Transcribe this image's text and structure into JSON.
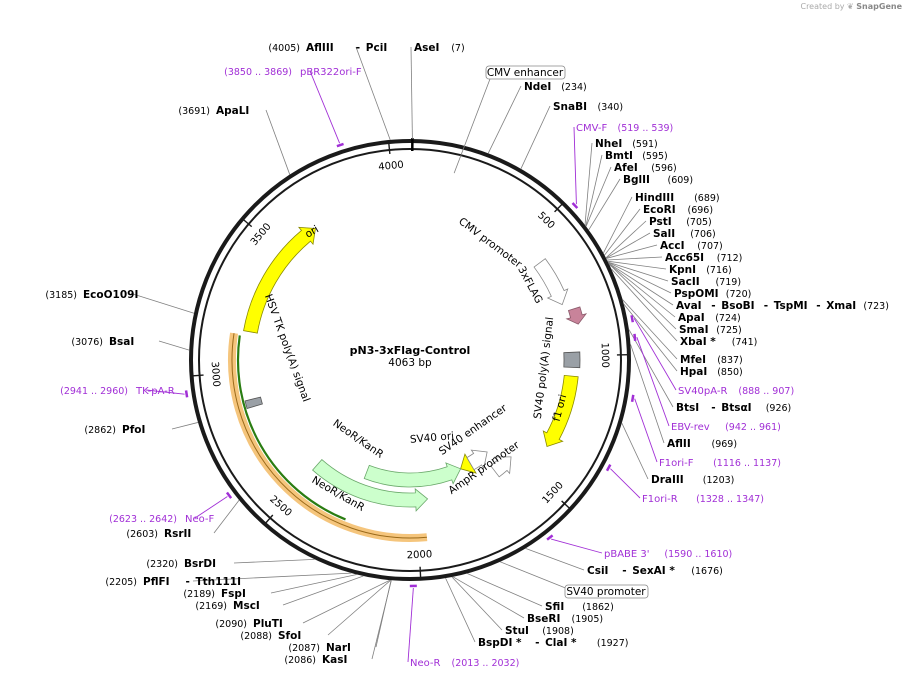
{
  "app": {
    "credit_prefix": "Created by",
    "credit_brand": "SnapGene"
  },
  "plasmid": {
    "name": "pN3-3xFlag-Control",
    "size_label": "4063 bp",
    "length": 4063
  },
  "ticks": [
    {
      "pos": 500,
      "label": "500"
    },
    {
      "pos": 1000,
      "label": "1000"
    },
    {
      "pos": 1500,
      "label": "1500"
    },
    {
      "pos": 2000,
      "label": "2000"
    },
    {
      "pos": 2500,
      "label": "2500"
    },
    {
      "pos": 3000,
      "label": "3000"
    },
    {
      "pos": 3500,
      "label": "3500"
    },
    {
      "pos": 4000,
      "label": "4000"
    }
  ],
  "colors": {
    "backbone": "#1a1a1a",
    "primer": "#a12fd6",
    "promoter": "#ffffff",
    "ori": "#ffff00",
    "marker": "#ccffcc",
    "tag": "#c8839a",
    "polyA": "#9aa0a6",
    "orf_highlight": "#f5c57c",
    "orf_line": "#2a7d12",
    "lead_line": "#808080"
  },
  "features": [
    {
      "id": "cmv-promoter",
      "label": "CMV promoter",
      "start": 600,
      "end": 790,
      "ring": "inner",
      "style": "promoter"
    },
    {
      "id": "3xflag",
      "label": "3xFLAG",
      "start": 820,
      "end": 880,
      "ring": "inner",
      "style": "tag"
    },
    {
      "id": "sv40-polya-signal",
      "label": "SV40 poly(A) signal",
      "start": 985,
      "end": 1045,
      "ring": "inner",
      "style": "polyA"
    },
    {
      "id": "f1-ori",
      "label": "f1 ori",
      "start": 1080,
      "end": 1380,
      "ring": "inner",
      "style": "ori"
    },
    {
      "id": "ampr-promoter",
      "label": "AmpR promoter",
      "start": 1510,
      "end": 1610,
      "ring": "mid",
      "style": "promoter"
    },
    {
      "id": "sv40-ori",
      "label": "SV40 ori",
      "start": 1690,
      "end": 1750,
      "ring": "inner2",
      "style": "ori"
    },
    {
      "id": "sv40-enhancer",
      "label": "SV40 enhancer",
      "start": 1580,
      "end": 1690,
      "ring": "inner2",
      "style": "promoter"
    },
    {
      "id": "neor-kanr-inner",
      "label": "NeoR/KanR",
      "start": 1750,
      "end": 2270,
      "ring": "inner2",
      "style": "marker"
    },
    {
      "id": "neor-kanr-outer",
      "label": "NeoR/KanR",
      "start": 1950,
      "end": 2500,
      "ring": "mid",
      "style": "marker"
    },
    {
      "id": "hsv-tk-polya",
      "label": "HSV TK poly(A) signal",
      "start": 2860,
      "end": 2890,
      "ring": "inner",
      "style": "polyA"
    },
    {
      "id": "ori",
      "label": "ori",
      "start": 3160,
      "end": 3660,
      "ring": "inner",
      "style": "ori"
    }
  ],
  "orf": {
    "start": 1970,
    "end": 3145
  },
  "enzymes": [
    {
      "name": "AseI",
      "pos": "(7)"
    },
    {
      "name": "AflIII",
      "sep": "-",
      "name2": "PciI",
      "pos": "(4005)"
    },
    {
      "name": "ApaLI",
      "pos": "(3691)"
    },
    {
      "name": "NdeI",
      "pos": "(234)"
    },
    {
      "name": "SnaBI",
      "pos": "(340)"
    },
    {
      "name": "NheI",
      "pos": "(591)"
    },
    {
      "name": "BmtI",
      "pos": "(595)"
    },
    {
      "name": "AfeI",
      "pos": "(596)"
    },
    {
      "name": "BglII",
      "pos": "(609)"
    },
    {
      "name": "HindIII",
      "pos": "(689)"
    },
    {
      "name": "EcoRI",
      "pos": "(696)"
    },
    {
      "name": "PstI",
      "pos": "(705)"
    },
    {
      "name": "SalI",
      "pos": "(706)"
    },
    {
      "name": "AccI",
      "pos": "(707)"
    },
    {
      "name": "Acc65I",
      "pos": "(712)"
    },
    {
      "name": "KpnI",
      "pos": "(716)"
    },
    {
      "name": "SacII",
      "pos": "(719)"
    },
    {
      "name": "PspOMI",
      "pos": "(720)"
    },
    {
      "name": "AvaI",
      "sep": "-",
      "name2": "BsoBI",
      "sep2": "-",
      "name3": "TspMI",
      "sep3": "-",
      "name4": "XmaI",
      "pos": "(723)"
    },
    {
      "name": "ApaI",
      "pos": "(724)"
    },
    {
      "name": "SmaI",
      "pos": "(725)"
    },
    {
      "name": "XbaI *",
      "pos": "(741)"
    },
    {
      "name": "MfeI",
      "pos": "(837)"
    },
    {
      "name": "HpaI",
      "pos": "(850)"
    },
    {
      "name": "BtsI",
      "sep": "-",
      "name2": "BtsαI",
      "pos": "(926)"
    },
    {
      "name": "AflII",
      "pos": "(969)"
    },
    {
      "name": "DraIII",
      "pos": "(1203)"
    },
    {
      "name": "CsiI",
      "sep": "-",
      "name2": "SexAI *",
      "pos": "(1676)"
    },
    {
      "name": "SfiI",
      "pos": "(1862)"
    },
    {
      "name": "BseRI",
      "pos": "(1905)"
    },
    {
      "name": "StuI",
      "pos": "(1908)"
    },
    {
      "name": "BspDI *",
      "sep": "-",
      "name2": "ClaI *",
      "pos": "(1927)"
    },
    {
      "name": "KasI",
      "pos": "(2086)"
    },
    {
      "name": "NarI",
      "pos": "(2087)"
    },
    {
      "name": "SfoI",
      "pos": "(2088)"
    },
    {
      "name": "PluTI",
      "pos": "(2090)"
    },
    {
      "name": "MscI",
      "pos": "(2169)"
    },
    {
      "name": "FspI",
      "pos": "(2189)"
    },
    {
      "name": "PflFI",
      "sep": "-",
      "name2": "Tth111I",
      "pos": "(2205)"
    },
    {
      "name": "BsrDI",
      "pos": "(2320)"
    },
    {
      "name": "RsrII",
      "pos": "(2603)"
    },
    {
      "name": "PfoI",
      "pos": "(2862)"
    },
    {
      "name": "BsaI",
      "pos": "(3076)"
    },
    {
      "name": "EcoO109I",
      "pos": "(3185)"
    }
  ],
  "primers": [
    {
      "name": "pBR322ori-F",
      "pos": "(3850 .. 3869)"
    },
    {
      "name": "CMV-F",
      "pos": "(519 .. 539)"
    },
    {
      "name": "SV40pA-R",
      "pos": "(888 .. 907)"
    },
    {
      "name": "EBV-rev",
      "pos": "(942 .. 961)"
    },
    {
      "name": "F1ori-F",
      "pos": "(1116 .. 1137)"
    },
    {
      "name": "F1ori-R",
      "pos": "(1328 .. 1347)"
    },
    {
      "name": "pBABE 3'",
      "pos": "(1590 .. 1610)"
    },
    {
      "name": "Neo-R",
      "pos": "(2013 .. 2032)"
    },
    {
      "name": "Neo-F",
      "pos": "(2623 .. 2642)"
    },
    {
      "name": "TK-pA-R",
      "pos": "(2941 .. 2960)"
    }
  ],
  "boxed_labels": [
    {
      "text": "CMV enhancer"
    },
    {
      "text": "SV40 promoter"
    }
  ]
}
